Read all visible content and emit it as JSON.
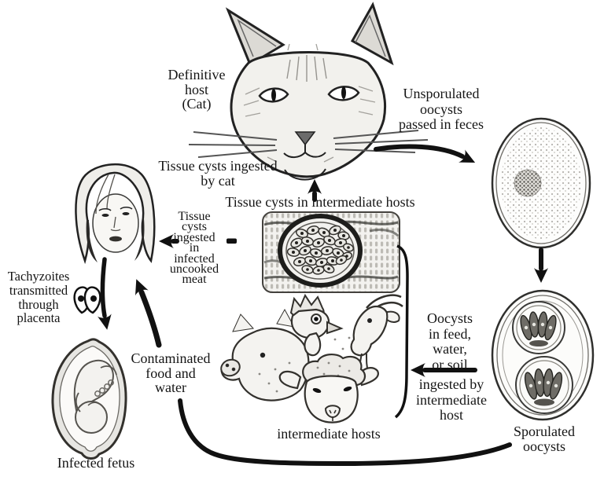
{
  "colors": {
    "ink": "#151515",
    "background": "#ffffff"
  },
  "labels": {
    "definitive_host": "Definitive\nhost\n(Cat)",
    "unsporulated_oocysts": "Unsporulated\noocysts\npassed in feces",
    "tissue_cysts_ingested_by_cat": "Tissue cysts ingested\nby cat",
    "tissue_cysts_in_intermediate_hosts": "Tissue cysts in intermediate hosts",
    "tissue_cysts_ingested_in_meat": "Tissue\ncysts\ningested\nin\ninfected\nuncooked\nmeat",
    "tachyzoites_transmitted": "Tachyzoites\ntransmitted\nthrough\nplacenta",
    "contaminated_food_water": "Contaminated\nfood and\nwater",
    "oocysts_in_feed": "Oocysts\nin feed,\nwater,\nor soil",
    "ingested_by_intermediate_host": "ingested by\nintermediate\nhost",
    "intermediate_hosts": "intermediate hosts",
    "sporulated_oocysts": "Sporulated oocysts",
    "infected_fetus": "Infected fetus"
  },
  "figures": {
    "cat_head": "cat-head-illustration",
    "unsporulated_oocyst": "unsporulated-oocyst-illustration",
    "sporulated_oocyst": "sporulated-oocyst-with-two-sporocysts",
    "tissue_cyst": "tissue-cyst-in-striated-muscle",
    "intermediate_hosts_group": "pig-chicken-goat-lamb-heads",
    "woman_head": "woman-head-illustration",
    "fetus": "fetus-in-womb-illustration",
    "tachyzoites": "two-tachyzoites-icon"
  }
}
